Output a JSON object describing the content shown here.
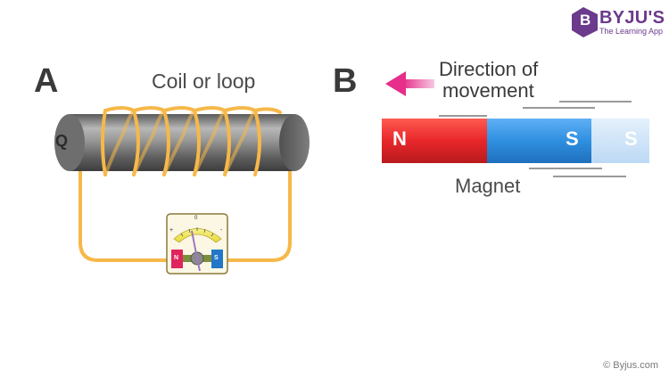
{
  "labels": {
    "part_a": "A",
    "part_b": "B",
    "coil_title": "Coil or loop",
    "direction_line1": "Direction of",
    "direction_line2": "movement",
    "magnet_label": "Magnet",
    "core_label": "Q",
    "magnet_north": "N",
    "magnet_south": "S",
    "magnet_south_ghost": "S",
    "galvanometer_zero": "0",
    "galvanometer_plus": "+",
    "galvanometer_minus": "-",
    "galvanometer_north": "N",
    "galvanometer_south": "S"
  },
  "branding": {
    "logo_letter": "B",
    "brand_name": "BYJU'S",
    "tagline": "The Learning App",
    "copyright": "© Byjus.com"
  },
  "colors": {
    "coil_wire": "#f6b84a",
    "magnet_north": "#e8272b",
    "magnet_south": "#2f8fe0",
    "magnet_ghost": "#cfe5fb",
    "arrow": "#e83b8f",
    "brand": "#6b3a8c"
  }
}
